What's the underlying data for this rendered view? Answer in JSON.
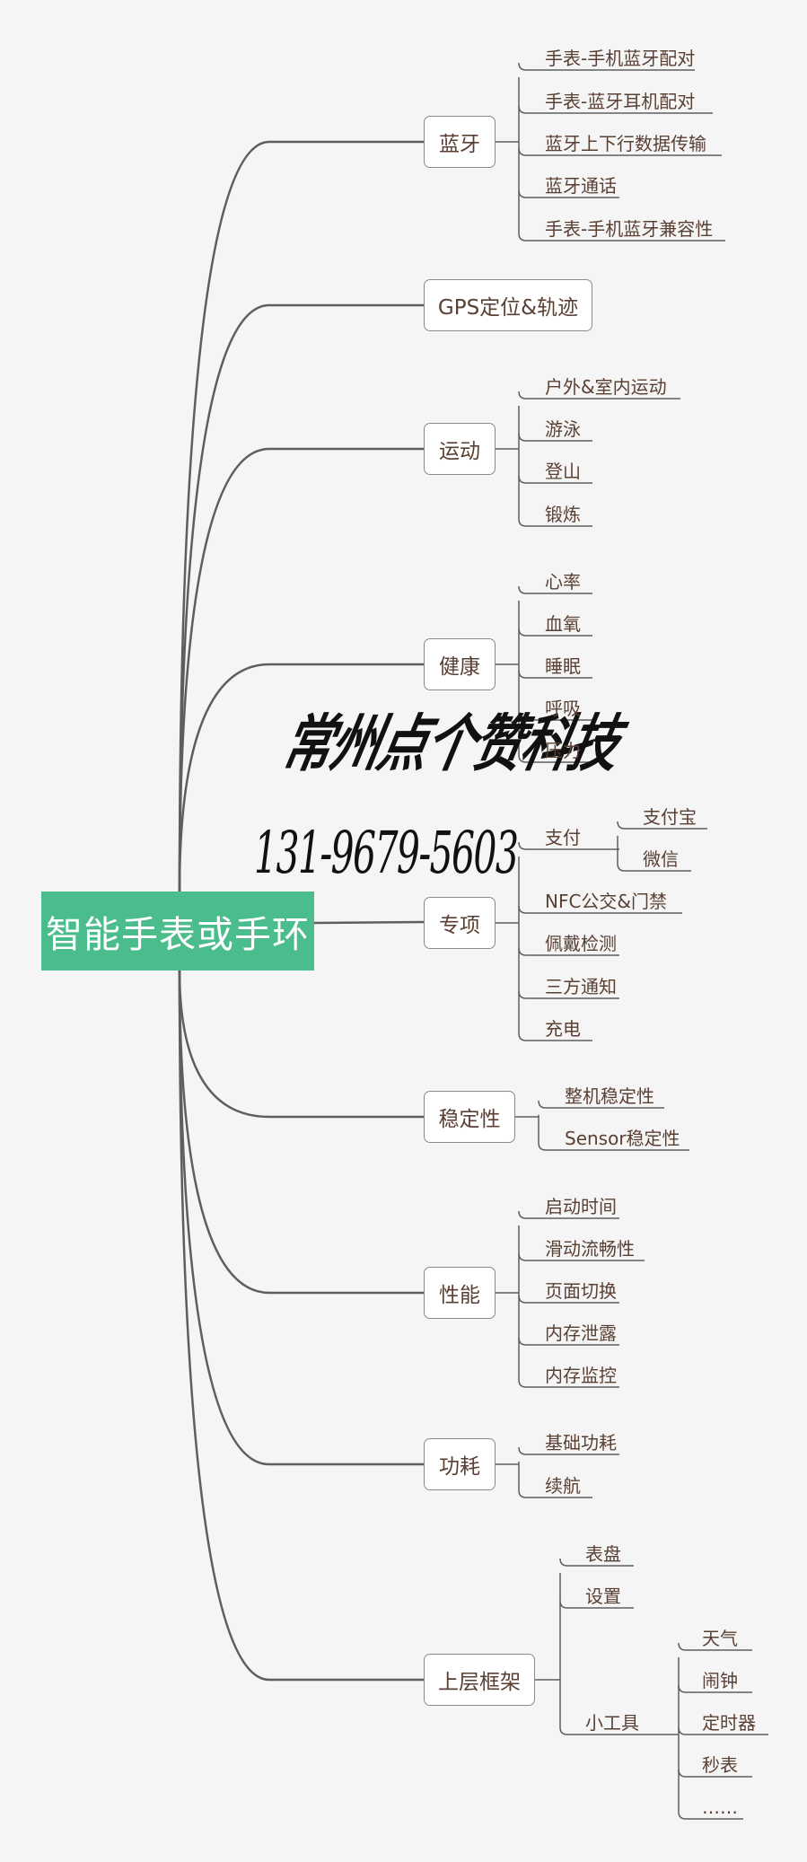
{
  "root": {
    "label": "智能手表或手环"
  },
  "watermark": {
    "company": "常州点个赞科技",
    "phone": "131-9679-5603"
  },
  "branches": {
    "b0": {
      "label": "蓝牙",
      "children": [
        "手表-手机蓝牙配对",
        "手表-蓝牙耳机配对",
        "蓝牙上下行数据传输",
        "蓝牙通话",
        "手表-手机蓝牙兼容性"
      ]
    },
    "b1": {
      "label": "GPS定位&轨迹",
      "children": []
    },
    "b2": {
      "label": "运动",
      "children": [
        "户外&室内运动",
        "游泳",
        "登山",
        "锻炼"
      ]
    },
    "b3": {
      "label": "健康",
      "children": [
        "心率",
        "血氧",
        "睡眠",
        "呼吸",
        "压力"
      ]
    },
    "b4": {
      "label": "专项",
      "children": [
        "支付",
        "NFC公交&门禁",
        "佩戴检测",
        "三方通知",
        "充电"
      ],
      "pay_children": [
        "支付宝",
        "微信"
      ]
    },
    "b5": {
      "label": "稳定性",
      "children": [
        "整机稳定性",
        "Sensor稳定性"
      ]
    },
    "b6": {
      "label": "性能",
      "children": [
        "启动时间",
        "滑动流畅性",
        "页面切换",
        "内存泄露",
        "内存监控"
      ]
    },
    "b7": {
      "label": "功耗",
      "children": [
        "基础功耗",
        "续航"
      ]
    },
    "b8": {
      "label": "上层框架",
      "children": [
        "表盘",
        "设置",
        "小工具"
      ],
      "tool_children": [
        "天气",
        "闹钟",
        "定时器",
        "秒表",
        "……"
      ]
    }
  },
  "colors": {
    "root_fill": "#4bbd8c",
    "line": "#5e5e5e",
    "text": "#5a3f33"
  }
}
